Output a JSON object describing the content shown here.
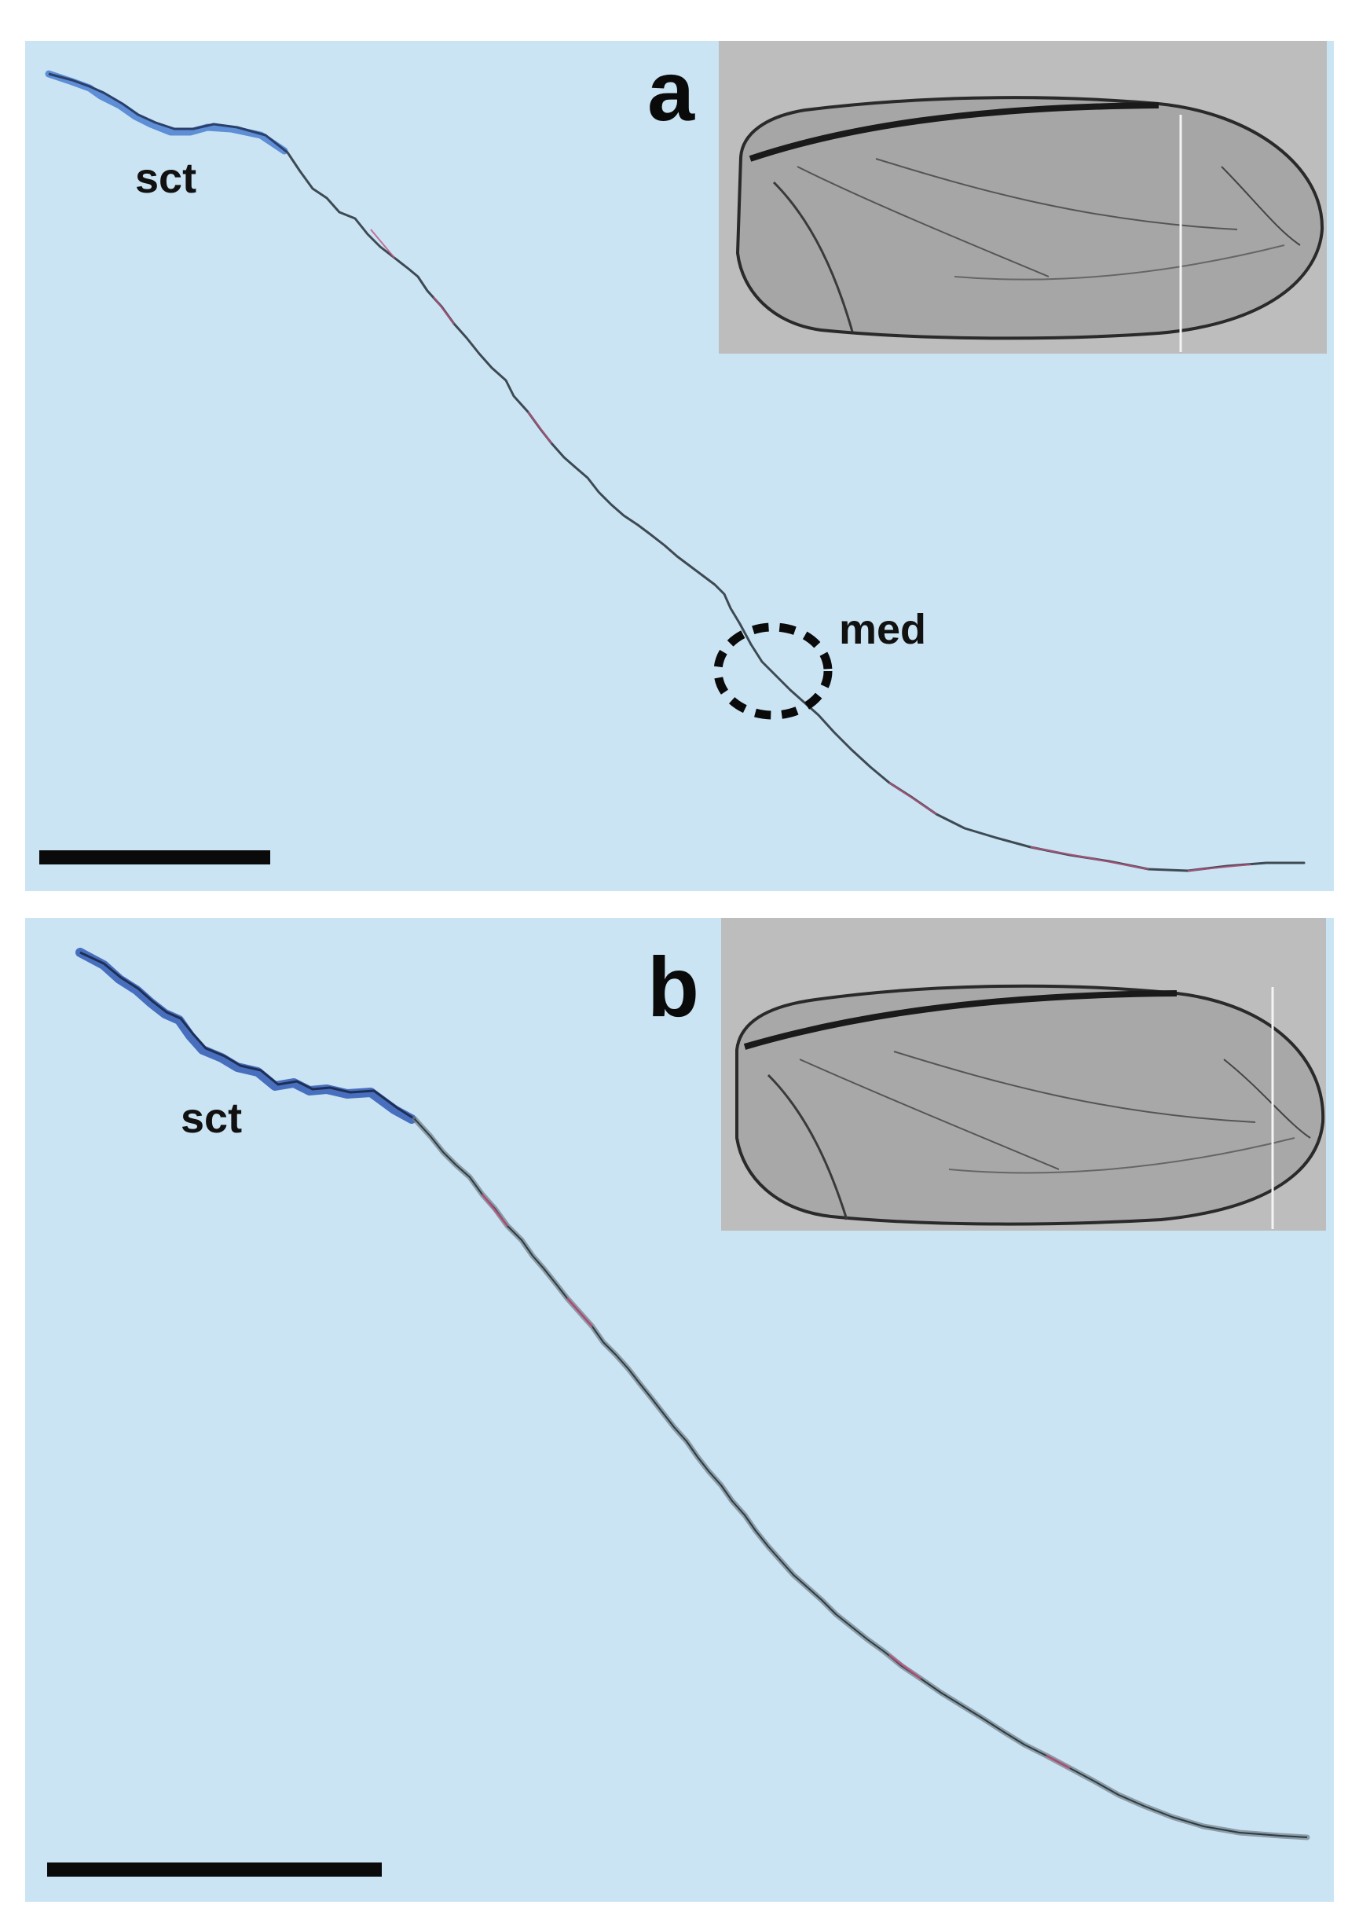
{
  "panels": {
    "a": {
      "letter": "a",
      "labels": {
        "sct": "sct",
        "med": "med"
      }
    },
    "b": {
      "letter": "b",
      "labels": {
        "sct": "sct"
      }
    }
  },
  "colors": {
    "background": "#cbe4f4",
    "inset": "#bdbdbd",
    "trace_blue": "#3a6fc4",
    "trace_dark": "#3d4a52",
    "trace_pink": "#c0537e",
    "marker": "#0a0a0a"
  }
}
